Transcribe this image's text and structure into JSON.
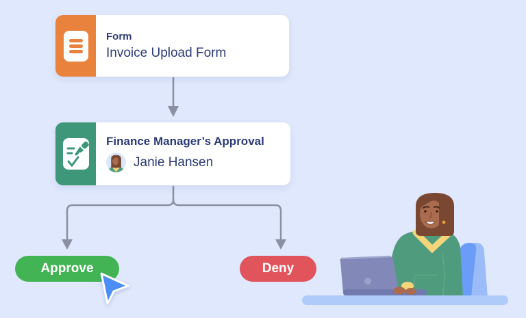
{
  "colors": {
    "background": "#dfe8fc",
    "text-navy": "#2b3a76",
    "accent-orange": "#e8823c",
    "accent-green": "#3e9778",
    "approve-green": "#43b454",
    "deny-red": "#e2545c",
    "connector-gray": "#8b90a3",
    "cursor-blue": "#4c8df6",
    "avatar-bg": "#d9e7f8"
  },
  "flow": {
    "nodes": [
      {
        "type_label": "Form",
        "title": "Invoice Upload Form",
        "icon": "document-lines-icon"
      },
      {
        "title": "Finance Manager’s Approval",
        "assignee": "Janie Hansen",
        "icon": "signature-pen-check-icon"
      }
    ],
    "actions": [
      {
        "label": "Approve"
      },
      {
        "label": "Deny"
      }
    ]
  },
  "illustration": "woman-working-on-laptop-at-desk"
}
